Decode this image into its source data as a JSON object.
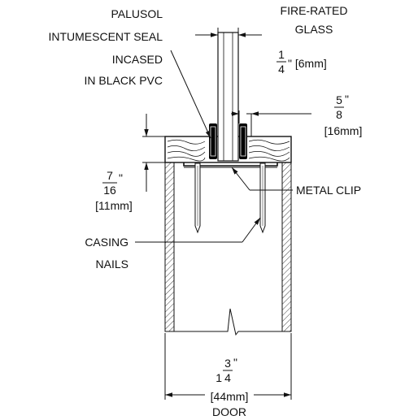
{
  "labels": {
    "seal": [
      "PALUSOL",
      "INTUMESCENT SEAL",
      "INCASED",
      "IN BLACK PVC"
    ],
    "glass_title": [
      "FIRE-RATED",
      "GLASS"
    ],
    "glass_thickness": {
      "num": "1",
      "den": "4",
      "suffix": "\" [6mm]"
    },
    "stop_width": {
      "num": "5",
      "den": "8",
      "suffix": "\"",
      "metric": "[16mm]"
    },
    "stop_height": {
      "num": "7",
      "den": "16",
      "suffix": "\"",
      "metric": "[11mm]"
    },
    "metal_clip": "METAL CLIP",
    "casing_nails": [
      "CASING",
      "NAILS"
    ],
    "door_width": {
      "whole": "1",
      "num": "3",
      "den": "4",
      "suffix": "\"",
      "metric": "[44mm]",
      "caption": "DOOR"
    }
  },
  "colors": {
    "line": "#111111",
    "seal": "#000000",
    "paper": "#ffffff"
  }
}
